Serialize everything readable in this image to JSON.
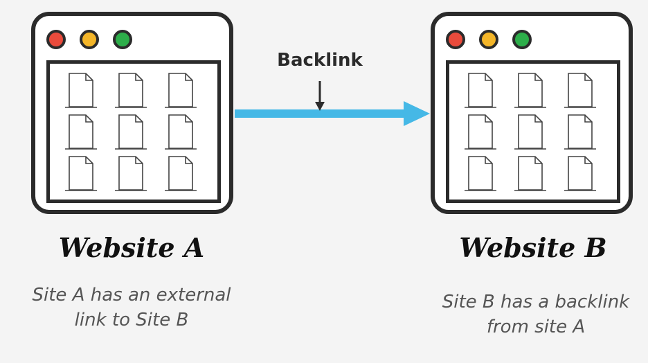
{
  "arrow": {
    "label": "Backlink",
    "color": "#45b8e6"
  },
  "website_a": {
    "title": "Website A",
    "description": [
      "Site A has an external",
      "link to Site B"
    ]
  },
  "website_b": {
    "title": "Website B",
    "description": [
      "Site B has a backlink",
      "from site A"
    ]
  },
  "colors": {
    "red_dot": "#ea4b3c",
    "yellow_dot": "#f4b629",
    "green_dot": "#2dae4a",
    "outline": "#2b2b2b"
  },
  "icons": [
    "document-icon",
    "arrow-down-icon",
    "arrow-right-icon"
  ]
}
